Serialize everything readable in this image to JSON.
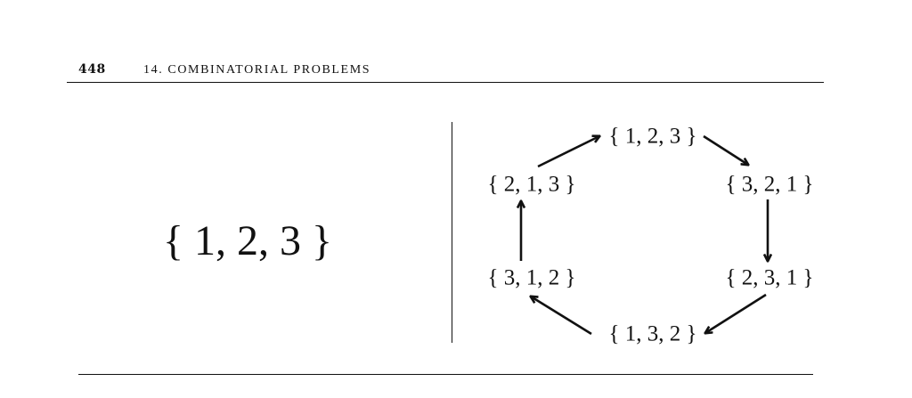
{
  "header": {
    "page_number": "448",
    "chapter": "14.  COMBINATORIAL PROBLEMS"
  },
  "left_panel": {
    "set": "{ 1, 2, 3 }"
  },
  "cycle_diagram": {
    "nodes": [
      {
        "id": "n123",
        "label": "{ 1, 2, 3 }"
      },
      {
        "id": "n321",
        "label": "{ 3, 2, 1 }"
      },
      {
        "id": "n231",
        "label": "{ 2, 3, 1 }"
      },
      {
        "id": "n132",
        "label": "{ 1, 3, 2 }"
      },
      {
        "id": "n312",
        "label": "{ 3, 1, 2 }"
      },
      {
        "id": "n213",
        "label": "{ 2, 1, 3 }"
      }
    ],
    "edges": [
      {
        "from": "n123",
        "to": "n321"
      },
      {
        "from": "n321",
        "to": "n231"
      },
      {
        "from": "n231",
        "to": "n132"
      },
      {
        "from": "n132",
        "to": "n312"
      },
      {
        "from": "n312",
        "to": "n213"
      },
      {
        "from": "n213",
        "to": "n123"
      }
    ]
  }
}
